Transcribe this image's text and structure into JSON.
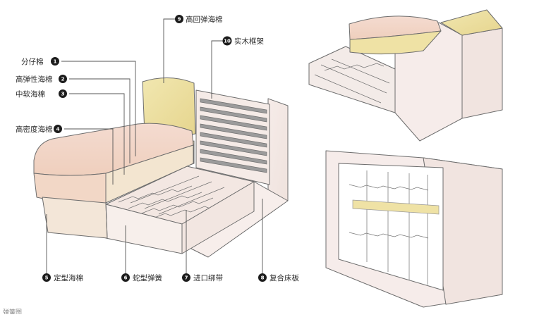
{
  "labels": [
    {
      "num": "1",
      "text": "分仔棉"
    },
    {
      "num": "2",
      "text": "高弹性海棉"
    },
    {
      "num": "3",
      "text": "中软海棉"
    },
    {
      "num": "4",
      "text": "高密度海棉"
    },
    {
      "num": "5",
      "text": "定型海棉"
    },
    {
      "num": "6",
      "text": "蛇型弹簧"
    },
    {
      "num": "7",
      "text": "进口绑带"
    },
    {
      "num": "8",
      "text": "复合床板"
    },
    {
      "num": "9",
      "text": "高回弹海棉"
    },
    {
      "num": "10",
      "text": "实木框架"
    }
  ],
  "footer_text": "弹簧图"
}
